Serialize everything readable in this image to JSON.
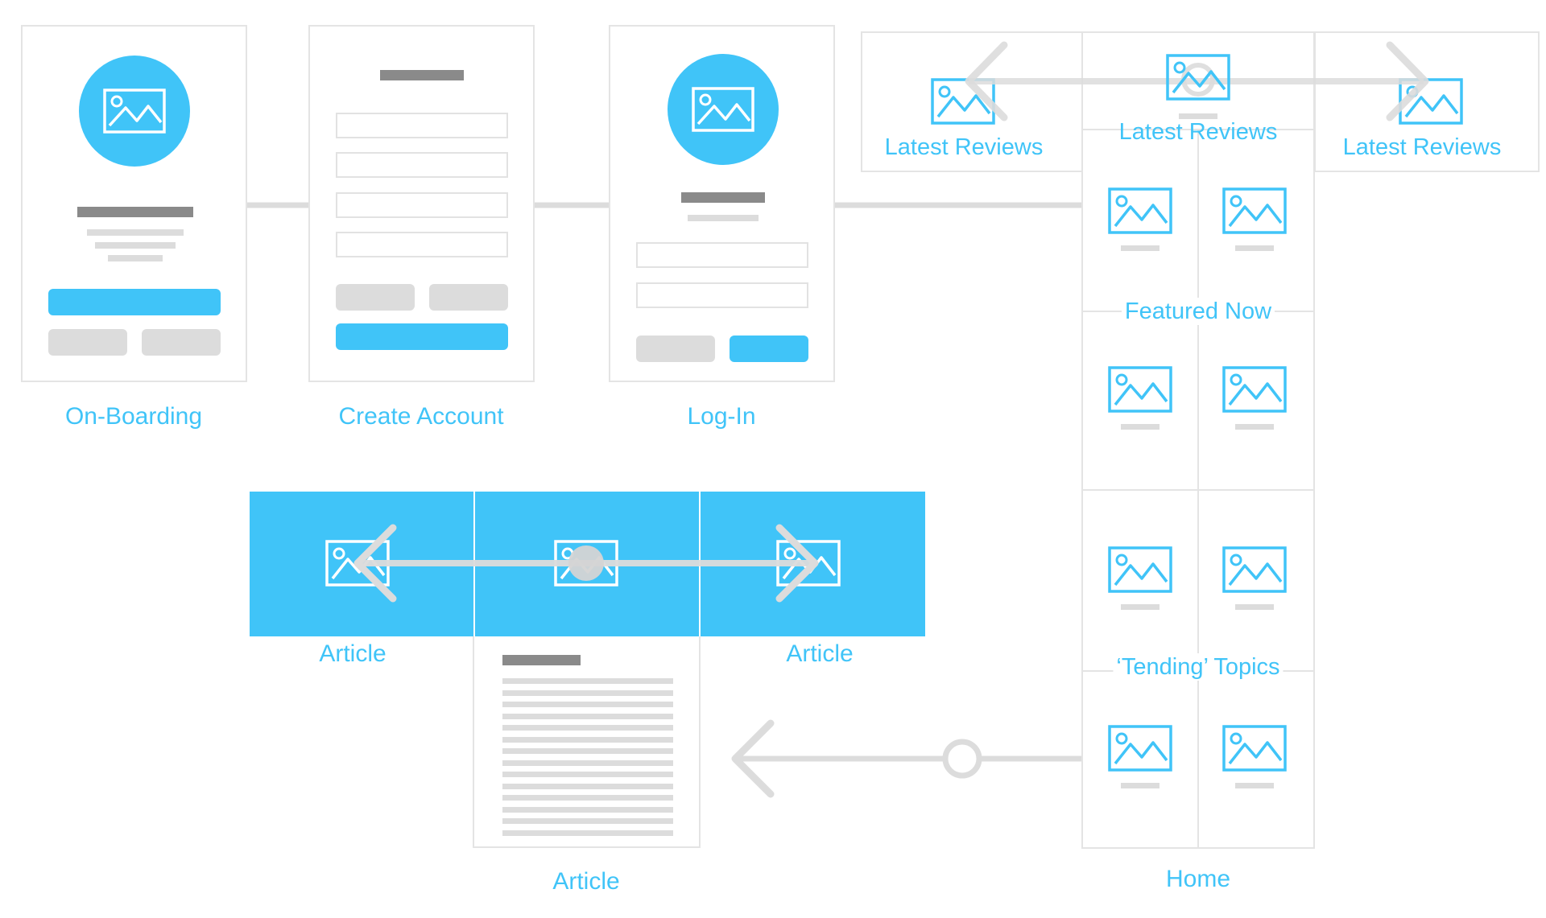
{
  "colors": {
    "accent": "#40c4f8",
    "wire": "#dcdcdc",
    "border": "#e4e4e4",
    "dark_bar": "#8a8a8a"
  },
  "screens": {
    "onboarding": {
      "label": "On-Boarding"
    },
    "create_account": {
      "label": "Create Account"
    },
    "login": {
      "label": "Log-In"
    },
    "article_main": {
      "label": "Article"
    },
    "home": {
      "label": "Home"
    }
  },
  "carousel_top": {
    "left": {
      "label": "Latest Reviews"
    },
    "center": {
      "label": "Latest Reviews"
    },
    "right": {
      "label": "Latest Reviews"
    }
  },
  "home_sections": {
    "featured": "Featured Now",
    "trending": "‘Tending’ Topics"
  },
  "carousel_article": {
    "left": {
      "label": "Article"
    },
    "right": {
      "label": "Article"
    }
  },
  "icons": {
    "image": "image-placeholder-icon",
    "arrow_left": "chevron-left-icon",
    "arrow_right": "chevron-right-icon"
  }
}
